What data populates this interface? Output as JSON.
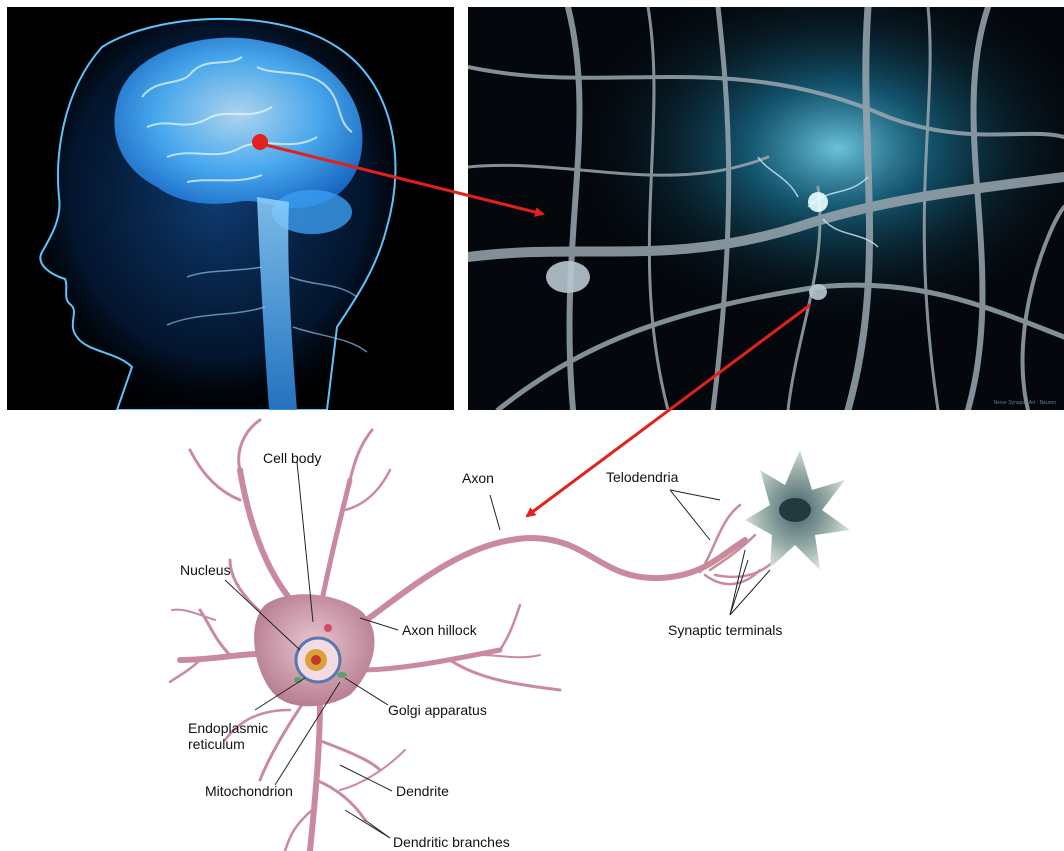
{
  "figure": {
    "panels": [
      {
        "id": "brain",
        "description": "translucent blue human head with brain and spinal cord"
      },
      {
        "id": "network",
        "description": "3D render of interconnected neurons"
      },
      {
        "id": "neuron",
        "description": "labelled neuron anatomy illustration"
      }
    ]
  },
  "network_panel": {
    "credit": "Nerve Synapse Art · Neuron"
  },
  "labels": {
    "cell_body": "Cell body",
    "axon": "Axon",
    "telodendria": "Telodendria",
    "nucleus": "Nucleus",
    "axon_hillock": "Axon hillock",
    "synaptic_terminals": "Synaptic terminals",
    "golgi_apparatus": "Golgi apparatus",
    "endoplasmic_reticulum": "Endoplasmic reticulum",
    "mitochondrion": "Mitochondrion",
    "dendrite": "Dendrite",
    "dendritic_branches": "Dendritic branches"
  },
  "colors": {
    "pointer_arrow": "#e3201b",
    "brain_glow": "#4fb6ff",
    "neuron_fill": "#c98b9c",
    "terminal_cell": "#8ea6a0"
  }
}
